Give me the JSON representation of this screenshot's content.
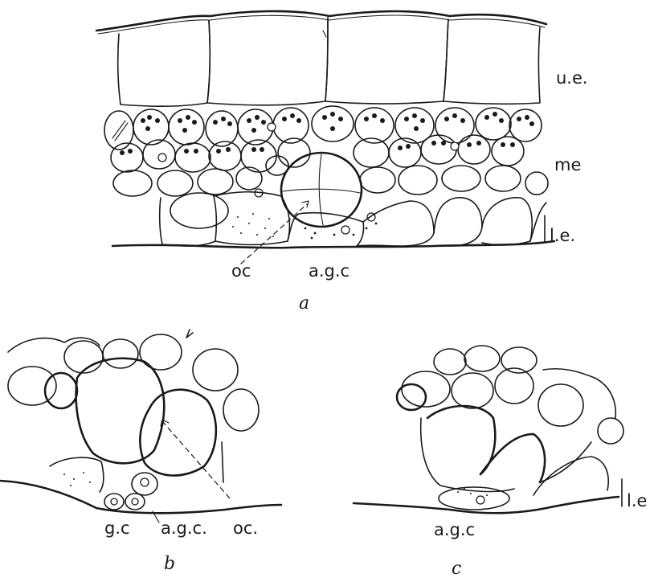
{
  "figure": {
    "panels": [
      {
        "id": "a",
        "letter": "a",
        "labels": {
          "upper_epidermis": "u.e.",
          "mesophyll": "me",
          "lower_epidermis": "l.e.",
          "oc": "oc",
          "agc": "a.g.c"
        }
      },
      {
        "id": "b",
        "letter": "b",
        "labels": {
          "gc": "g.c",
          "agc": "a.g.c.",
          "oc": "oc."
        }
      },
      {
        "id": "c",
        "letter": "c",
        "labels": {
          "lower_epidermis": "l.e",
          "agc": "a.g.c"
        }
      }
    ]
  },
  "colors": {
    "ink": "#1a1a1a",
    "background": "#ffffff"
  }
}
